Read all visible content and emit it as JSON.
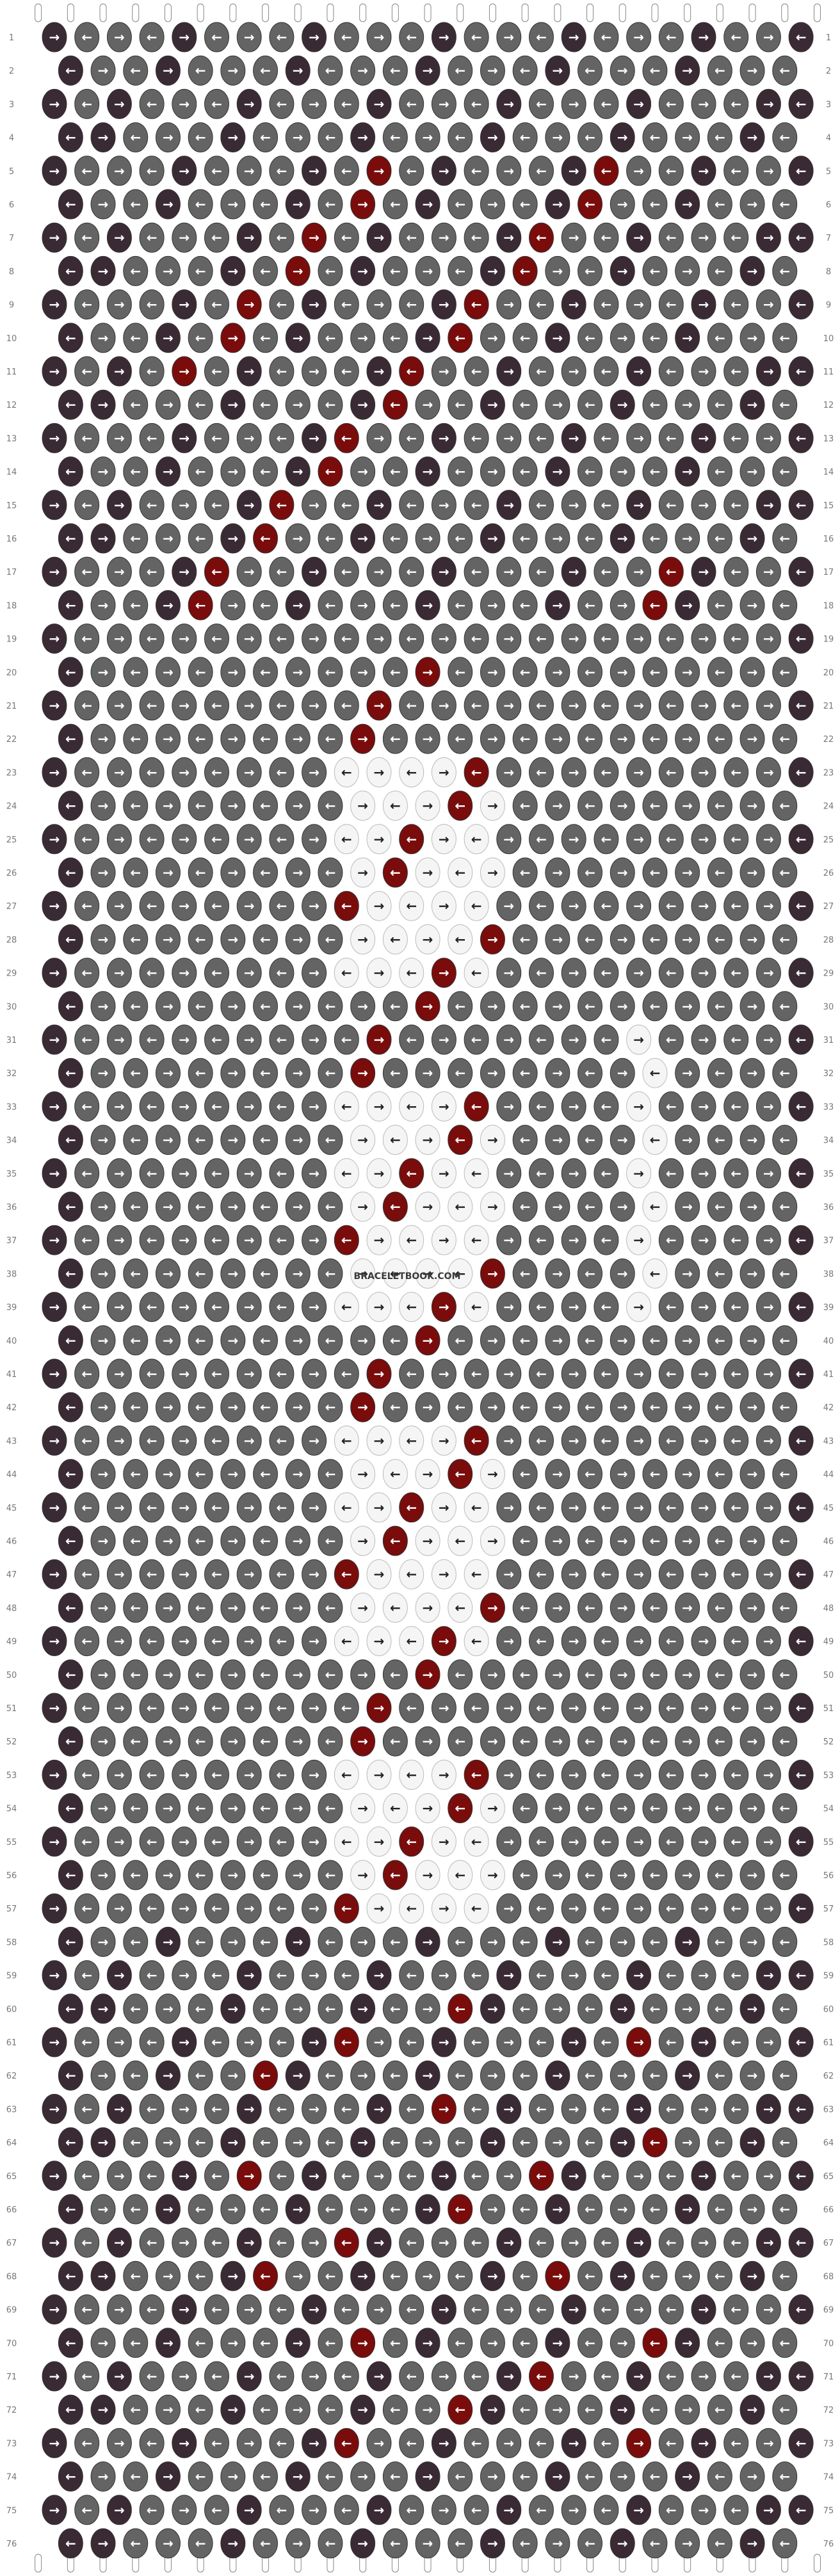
{
  "pattern": {
    "watermark": "BRACELETBOOK.COM",
    "row_count": 76,
    "string_count": 24,
    "colors": {
      "A": "#3a2a34",
      "B": "#646464",
      "C": "#7a0c0c",
      "D": "#f5f5f5",
      "string_line": "#555555"
    },
    "knot_symbols": {
      "forward": "→",
      "backward": "←",
      "forward_backward": "↱",
      "backward_forward": "↰"
    },
    "row_labels": [
      "1",
      "2",
      "3",
      "4",
      "5",
      "6",
      "7",
      "8",
      "9",
      "10",
      "11",
      "12",
      "13",
      "14",
      "15",
      "16",
      "17",
      "18",
      "19",
      "20",
      "21",
      "22",
      "23",
      "24",
      "25",
      "26",
      "27",
      "28",
      "29",
      "30",
      "31",
      "32",
      "33",
      "34",
      "35",
      "36",
      "37",
      "38",
      "39",
      "40",
      "41",
      "42",
      "43",
      "44",
      "45",
      "46",
      "47",
      "48",
      "49",
      "50",
      "51",
      "52",
      "53",
      "54",
      "55",
      "56",
      "57",
      "58",
      "59",
      "60",
      "61",
      "62",
      "63",
      "64",
      "65",
      "66",
      "67",
      "68",
      "69",
      "70",
      "71",
      "72",
      "73",
      "74",
      "75",
      "76"
    ]
  }
}
